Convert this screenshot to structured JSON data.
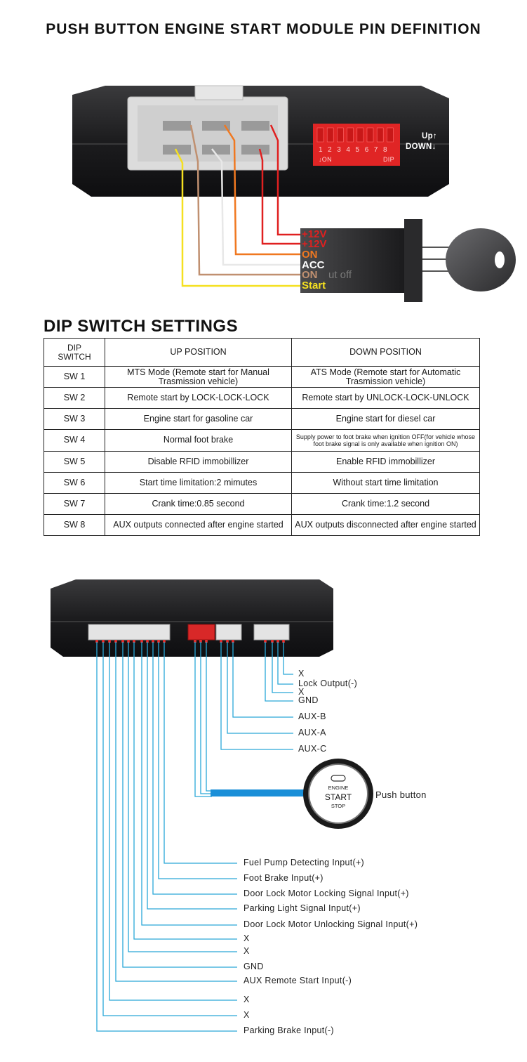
{
  "title": "PUSH BUTTON ENGINE START MODULE PIN DEFINITION",
  "module_top": {
    "dip_numbers": [
      "1",
      "2",
      "3",
      "4",
      "5",
      "6",
      "7",
      "8"
    ],
    "dip_on_label": "↓ON",
    "dip_label": "DIP",
    "up_label": "Up↑",
    "down_label": "DOWN↓"
  },
  "ignition": {
    "wires": [
      {
        "label": "+12V",
        "color": "#e02020"
      },
      {
        "label": "+12V",
        "color": "#e02020"
      },
      {
        "label": "ON",
        "color": "#f07820"
      },
      {
        "label": "ACC",
        "color": "#ffffff"
      },
      {
        "label": "ON",
        "color": "#c09070"
      },
      {
        "label": "Start",
        "color": "#f5e020"
      }
    ],
    "ghost_text": "ut off"
  },
  "dip_section_title": "DIP SWITCH SETTINGS",
  "dip_table": {
    "headers": [
      "DIP SWITCH",
      "UP POSITION",
      "DOWN POSITION"
    ],
    "rows": [
      {
        "sw": "SW 1",
        "up": "MTS Mode (Remote start for Manual Trasmission vehicle)",
        "down": "ATS Mode (Remote start for Automatic Trasmission vehicle)"
      },
      {
        "sw": "SW 2",
        "up": "Remote start by LOCK-LOCK-LOCK",
        "down": "Remote start by UNLOCK-LOCK-UNLOCK"
      },
      {
        "sw": "SW 3",
        "up": "Engine start for gasoline car",
        "down": "Engine start for diesel car"
      },
      {
        "sw": "SW 4",
        "up": "Normal foot brake",
        "down": "Supply power to foot brake when ignition OFF(for vehicle whose foot brake signal is only available when ignition ON)"
      },
      {
        "sw": "SW 5",
        "up": "Disable RFID immobillizer",
        "down": "Enable RFID immobillizer"
      },
      {
        "sw": "SW 6",
        "up": "Start time limitation:2 mimutes",
        "down": "Without start time limitation"
      },
      {
        "sw": "SW 7",
        "up": "Crank time:0.85 second",
        "down": "Crank time:1.2 second"
      },
      {
        "sw": "SW 8",
        "up": "AUX outputs connected after engine started",
        "down": "AUX outputs disconnected after engine started"
      }
    ]
  },
  "module_bottom": {
    "small_connector_pins": [
      "X",
      "Lock Output(-)",
      "X",
      "GND"
    ],
    "aux_pins": [
      "AUX-B",
      "AUX-A",
      "AUX-C"
    ],
    "push_button": {
      "label": "Push button",
      "line1": "ENGINE",
      "line2": "START",
      "line3": "STOP"
    },
    "main_connector_pins": [
      "Fuel Pump Detecting Input(+)",
      "Foot Brake Input(+)",
      "Door Lock Motor Locking Signal Input(+)",
      "Parking Light Signal Input(+)",
      "Door Lock Motor Unlocking Signal Input(+)",
      "X",
      "X",
      "GND",
      "AUX Remote Start Input(-)",
      "X",
      "X",
      "Parking Brake Input(-)"
    ]
  },
  "colors": {
    "wire_blue": "#2aa8d8",
    "push_cable": "#1a8fd8",
    "module_body": "#1c1c1e",
    "dip_red": "#e02525"
  }
}
